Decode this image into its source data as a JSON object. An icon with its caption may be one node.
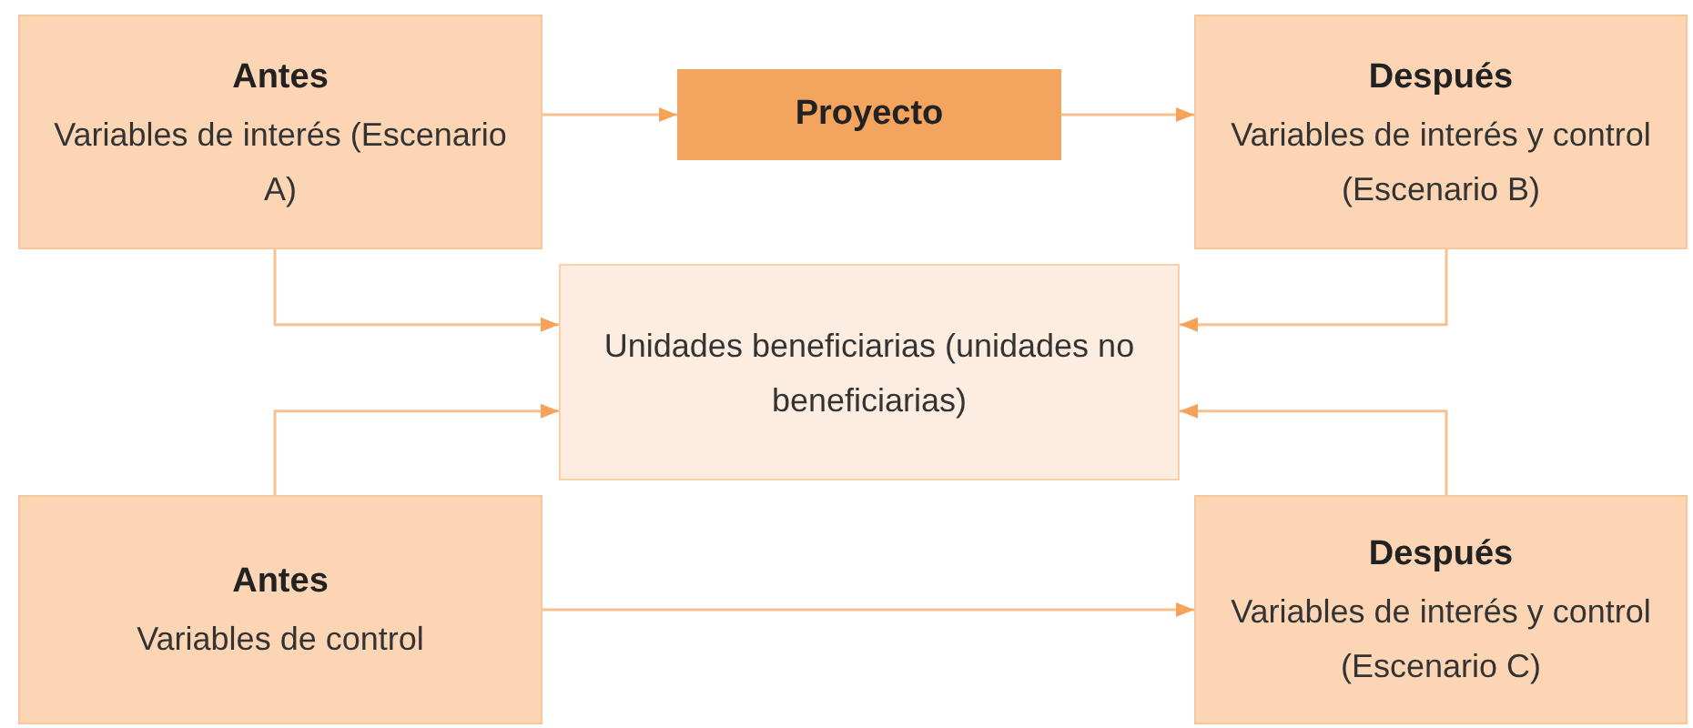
{
  "diagram": {
    "nodes": [
      {
        "text": [
          "Antes",
          "Variables de interés (Escenario A)"
        ]
      },
      {
        "text": [
          "Proyecto"
        ]
      },
      {
        "text": [
          "Después",
          "Variables de interés y control (Escenario B)"
        ]
      },
      {
        "text": [
          "Unidades beneficiarias (unidades no beneficiarias)"
        ]
      },
      {
        "text": [
          "Antes",
          "Variables de control"
        ]
      },
      {
        "text": [
          "Después",
          "Variables de interés y control (Escenario C)"
        ]
      }
    ],
    "edges": [
      {
        "from": 0,
        "to": 1,
        "arrow": "to"
      },
      {
        "from": 1,
        "to": 2,
        "arrow": "to"
      },
      {
        "from": 0,
        "to": 3,
        "arrow": "to"
      },
      {
        "from": 2,
        "to": 3,
        "arrow": "to"
      },
      {
        "from": 4,
        "to": 3,
        "arrow": "to"
      },
      {
        "from": 5,
        "to": 3,
        "arrow": "to"
      },
      {
        "from": 4,
        "to": 5,
        "arrow": "to"
      }
    ]
  }
}
